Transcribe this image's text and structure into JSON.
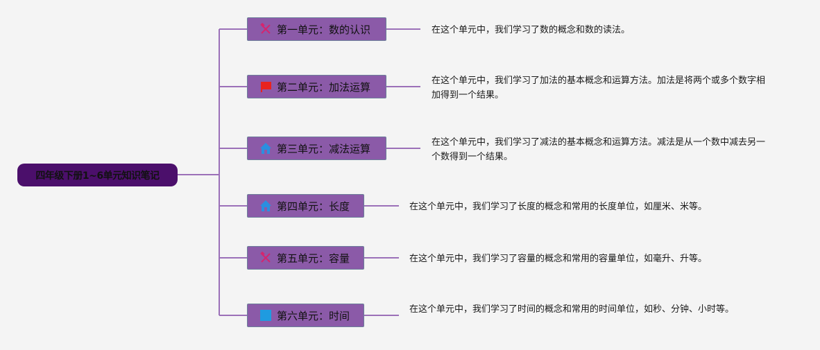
{
  "root": {
    "label": "四年级下册1~6单元知识笔记"
  },
  "units": [
    {
      "title": "第一单元：数的认识",
      "icon": "tools-icon",
      "description": "在这个单元中，我们学习了数的概念和数的读法。"
    },
    {
      "title": "第二单元：加法运算",
      "icon": "flag-icon",
      "description": "在这个单元中，我们学习了加法的基本概念和运算方法。加法是将两个或多个数字相加得到一个结果。"
    },
    {
      "title": "第三单元：减法运算",
      "icon": "house-icon",
      "description": "在这个单元中，我们学习了减法的基本概念和运算方法。减法是从一个数中减去另一个数得到一个结果。"
    },
    {
      "title": "第四单元：长度",
      "icon": "house-icon",
      "description": "在这个单元中，我们学习了长度的概念和常用的长度单位，如厘米、米等。"
    },
    {
      "title": "第五单元：容量",
      "icon": "tools-icon",
      "description": "在这个单元中，我们学习了容量的概念和常用的容量单位，如毫升、升等。"
    },
    {
      "title": "第六单元：时间",
      "icon": "square-icon",
      "description": "在这个单元中，我们学习了时间的概念和常用的时间单位，如秒、分钟、小时等。"
    }
  ],
  "colors": {
    "root_fill": "#4b0f6b",
    "unit_fill": "#8b5aa8",
    "connector": "#9b70b8"
  }
}
